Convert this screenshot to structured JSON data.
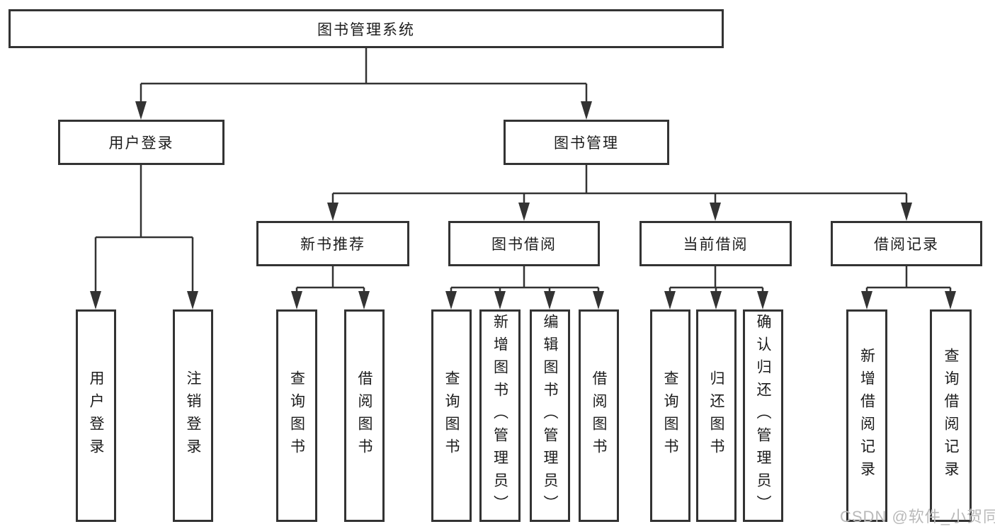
{
  "tree": {
    "label": "图书管理系统",
    "children": [
      {
        "label": "用户登录",
        "children": [
          {
            "label": "用户登录"
          },
          {
            "label": "注销登录"
          }
        ]
      },
      {
        "label": "图书管理",
        "children": [
          {
            "label": "新书推荐",
            "children": [
              {
                "label": "查询图书"
              },
              {
                "label": "借阅图书"
              }
            ]
          },
          {
            "label": "图书借阅",
            "children": [
              {
                "label": "查询图书"
              },
              {
                "label": "新增图书（管理员）"
              },
              {
                "label": "编辑图书（管理员）"
              },
              {
                "label": "借阅图书"
              }
            ]
          },
          {
            "label": "当前借阅",
            "children": [
              {
                "label": "查询图书"
              },
              {
                "label": "归还图书"
              },
              {
                "label": "确认归还（管理员）"
              }
            ]
          },
          {
            "label": "借阅记录",
            "children": [
              {
                "label": "新增借阅记录"
              },
              {
                "label": "查询借阅记录"
              }
            ]
          }
        ]
      }
    ]
  },
  "colors": {
    "line": "#333333",
    "text": "#1c1c1c",
    "watermark": "#b9b9b9",
    "background": "#ffffff"
  },
  "watermark": {
    "text": "CSDN @软件_小贺同学"
  }
}
